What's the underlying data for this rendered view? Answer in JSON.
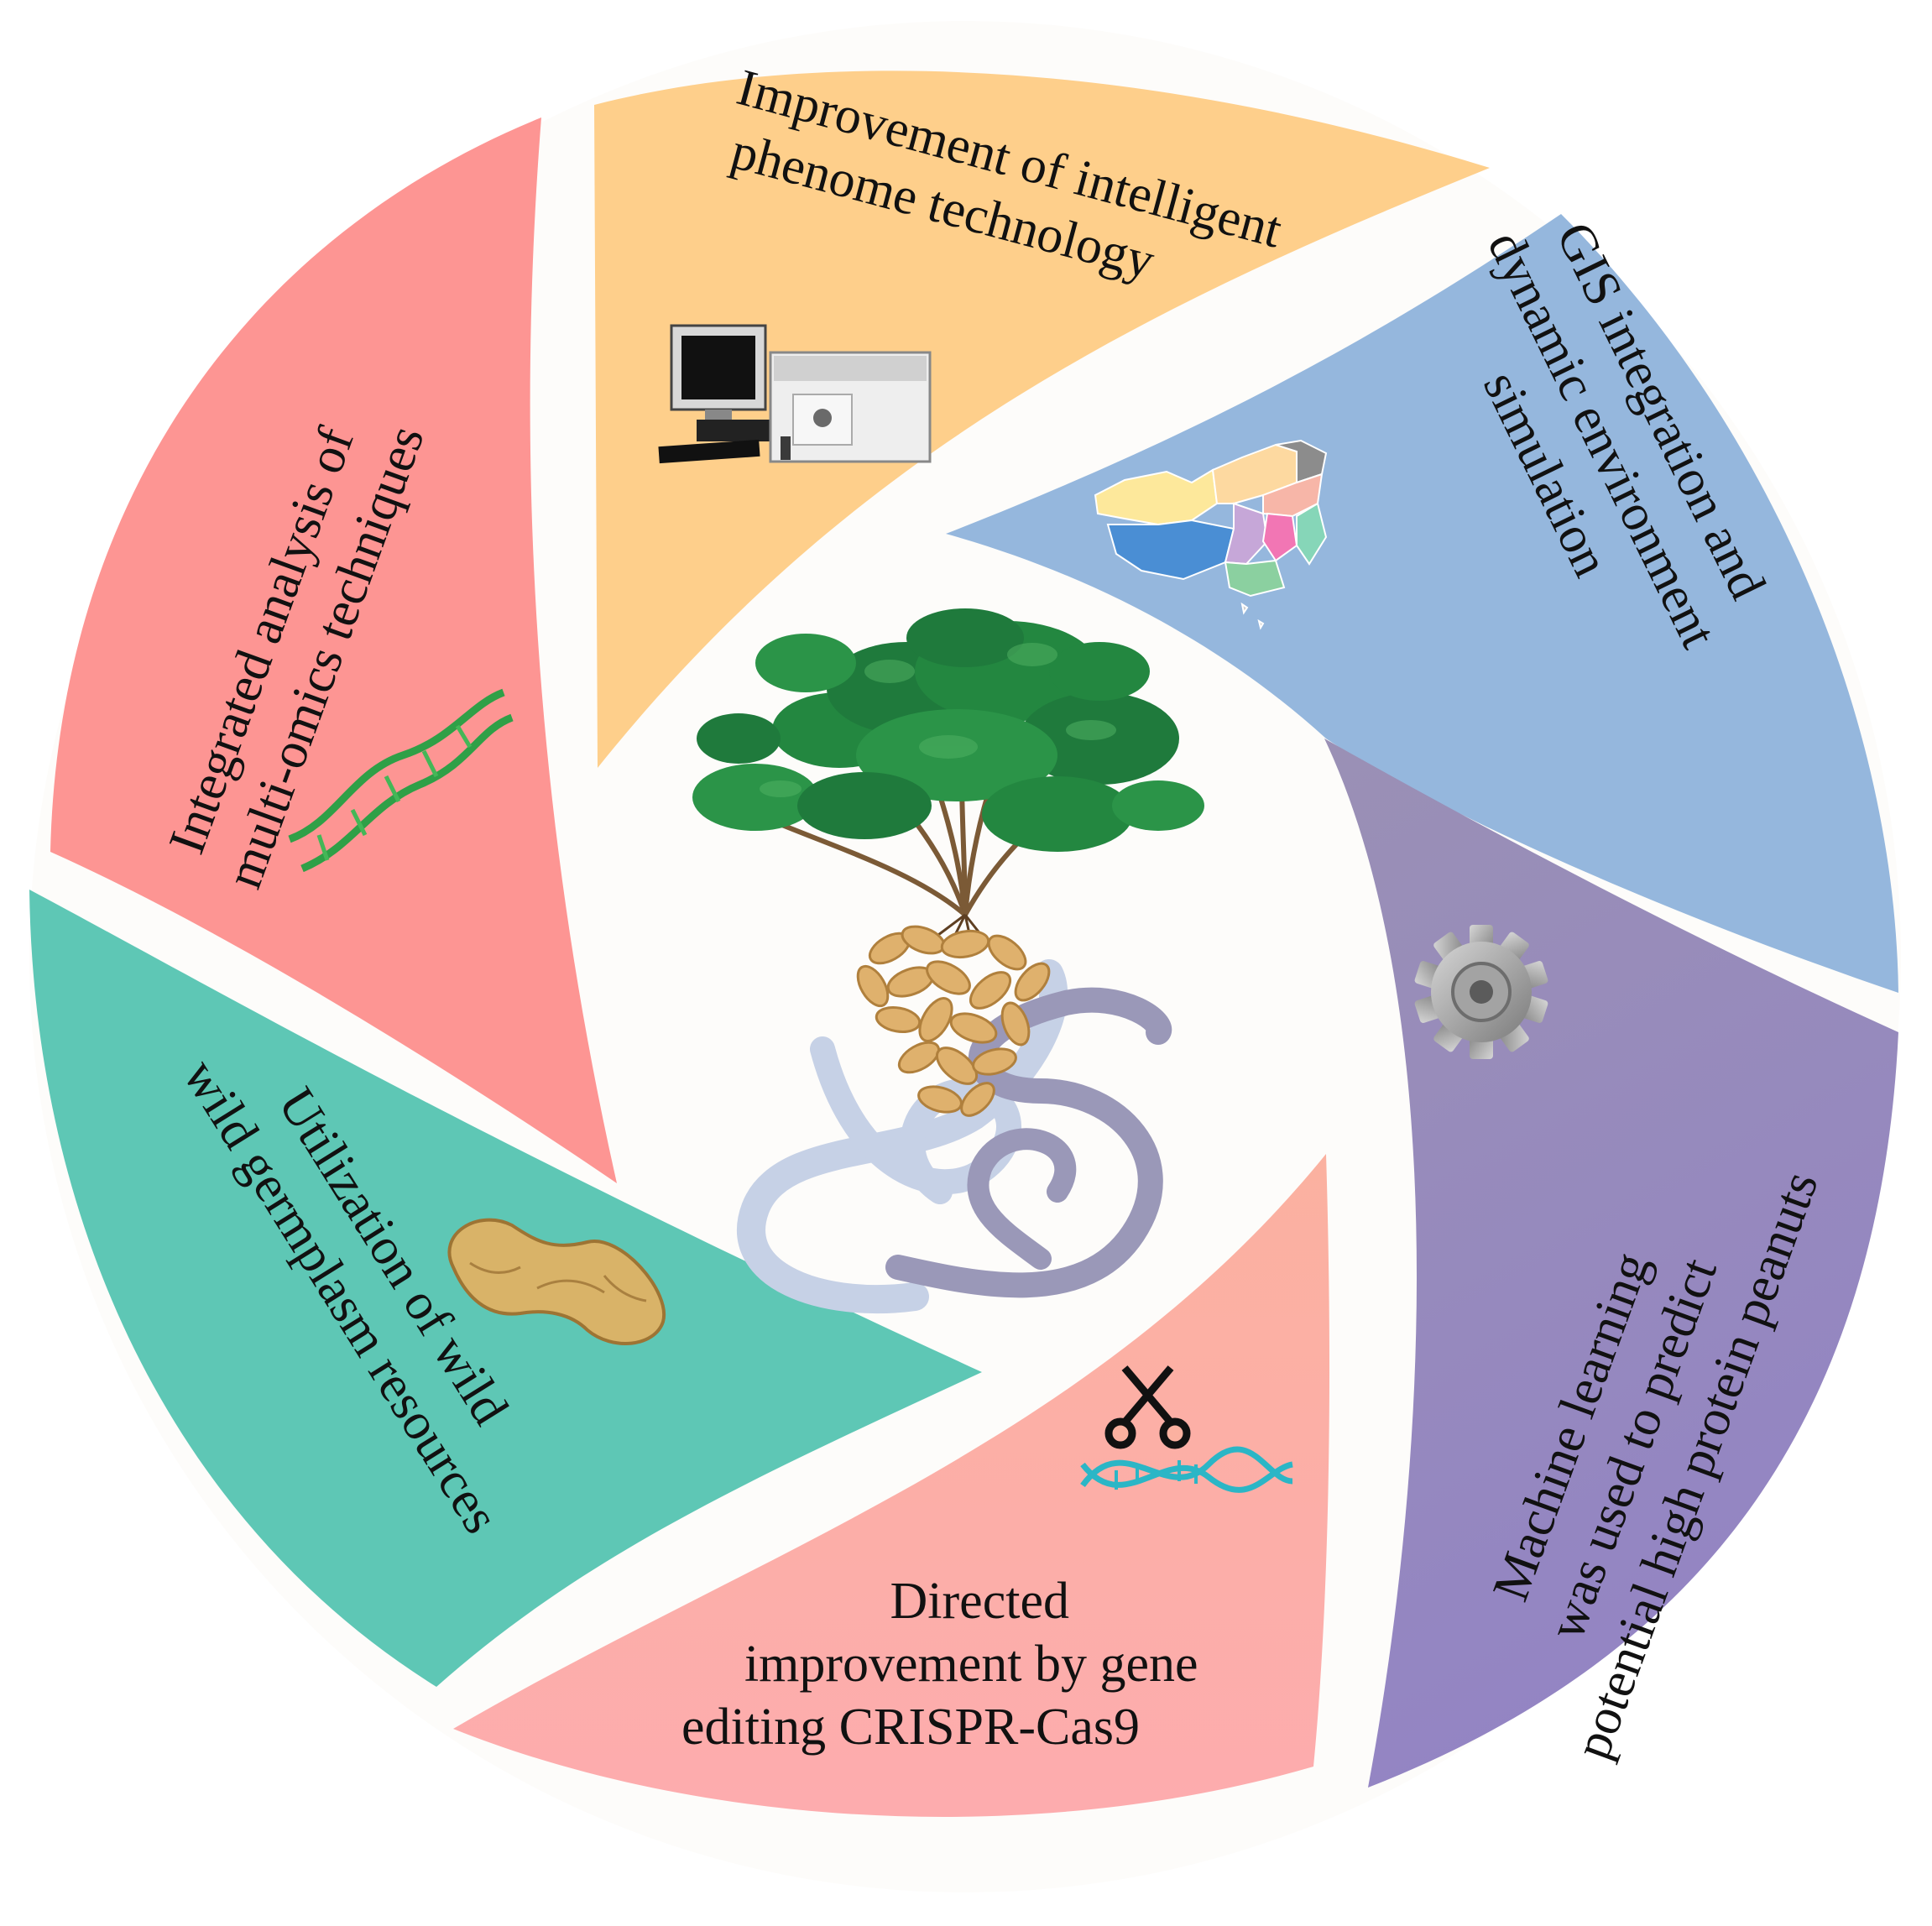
{
  "segments": [
    {
      "id": "phenome",
      "lines": [
        "Improvement of intelligent",
        "phenome technology"
      ],
      "color": "#fecf8b",
      "icon": "spectrometer-icon"
    },
    {
      "id": "gis",
      "lines": [
        "GIS integration and",
        "dynamic environment",
        "simulation"
      ],
      "color": "#95b7dd",
      "icon": "china-map-icon"
    },
    {
      "id": "ml",
      "lines": [
        "Machine learning",
        "was used to predict",
        "potential high protein peanuts"
      ],
      "color": "#9a8fb7",
      "icon": "gear-icon"
    },
    {
      "id": "crispr",
      "lines": [
        "Directed",
        "improvement by gene",
        "editing CRISPR-Cas9"
      ],
      "color": "#fbb1a2",
      "icon": "scissors-dna-icon"
    },
    {
      "id": "wild",
      "lines": [
        "Utilization of wild",
        "wild germplasm resources"
      ],
      "color": "#5ec7b5",
      "icon": "peanut-pod-icon"
    },
    {
      "id": "omics",
      "lines": [
        "Integrated analysis of",
        "multi-omics techniques"
      ],
      "color": "#fd9593",
      "icon": "dna-helix-icon"
    }
  ],
  "center": {
    "icon": "peanut-plant-icon"
  }
}
